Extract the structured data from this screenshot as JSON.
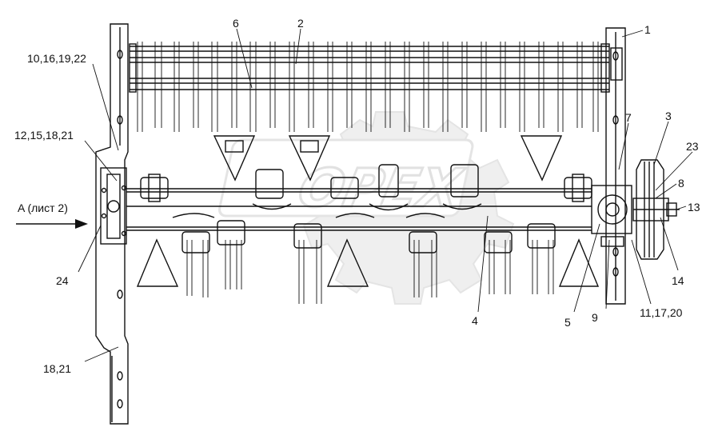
{
  "callouts": {
    "c1": "1",
    "c2": "2",
    "c3": "3",
    "c4": "4",
    "c5": "5",
    "c6": "6",
    "c7": "7",
    "c8": "8",
    "c9": "9",
    "c13": "13",
    "c14": "14",
    "c23": "23",
    "c24": "24",
    "c10_16_19_22": "10,16,19,22",
    "c12_15_18_21": "12,15,18,21",
    "c11_17_20": "11,17,20",
    "c18_21": "18,21"
  },
  "view_ref": "A  (лист 2)",
  "watermark": "OPEX",
  "colors": {
    "line": "#111111",
    "watermark": "#d6d6d6",
    "background": "#ffffff"
  }
}
